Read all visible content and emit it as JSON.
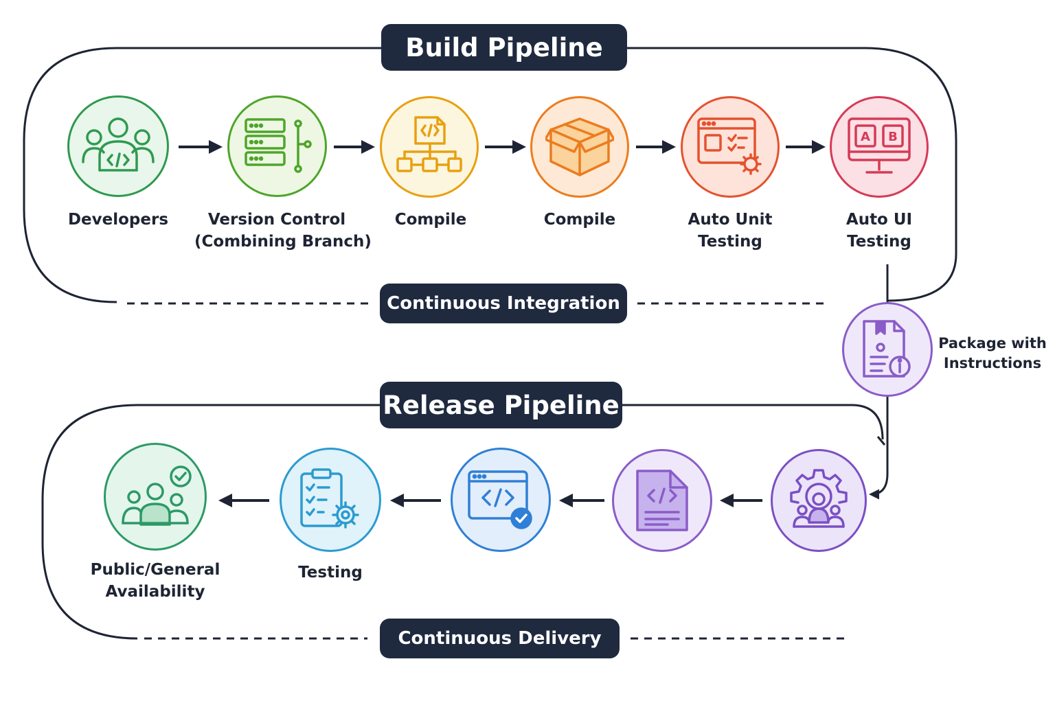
{
  "build": {
    "title": "Build Pipeline",
    "footer": "Continuous Integration",
    "nodes": [
      {
        "label_lines": [
          "Developers"
        ],
        "icon": "developers-icon",
        "color": "#2e9a4e",
        "fill": "#e9f6ec"
      },
      {
        "label_lines": [
          "Version Control",
          "(Combining Branch)"
        ],
        "icon": "version-control-icon",
        "color": "#4ea52a",
        "fill": "#eef7e4"
      },
      {
        "label_lines": [
          "Compile"
        ],
        "icon": "compile-code-icon",
        "color": "#e8a010",
        "fill": "#fdf6de"
      },
      {
        "label_lines": [
          "Compile"
        ],
        "icon": "package-box-icon",
        "color": "#ec7c1e",
        "fill": "#fde9d6"
      },
      {
        "label_lines": [
          "Auto Unit",
          "Testing"
        ],
        "icon": "unit-testing-icon",
        "color": "#e5512f",
        "fill": "#fde3da"
      },
      {
        "label_lines": [
          "Auto UI",
          "Testing"
        ],
        "icon": "ab-testing-icon",
        "color": "#d63a56",
        "fill": "#fbe0e5"
      }
    ]
  },
  "package": {
    "label_lines": [
      "Package with",
      "Instructions"
    ],
    "icon": "package-document-icon",
    "color": "#8a5cc8",
    "fill": "#efe8fa"
  },
  "release": {
    "title": "Release Pipeline",
    "footer": "Continuous Delivery",
    "nodes": [
      {
        "label_lines": [],
        "icon": "deploy-team-gear-icon",
        "color": "#7a4fc4",
        "fill": "#ece4f8"
      },
      {
        "label_lines": [],
        "icon": "code-document-icon",
        "color": "#8a5cc8",
        "fill": "#efe8fa"
      },
      {
        "label_lines": [],
        "icon": "code-window-check-icon",
        "color": "#2f7fd6",
        "fill": "#e2eefb"
      },
      {
        "label_lines": [
          "Testing"
        ],
        "icon": "checklist-gear-icon",
        "color": "#2b9bd0",
        "fill": "#e0f2fa"
      },
      {
        "label_lines": [
          "Public/General",
          "Availability"
        ],
        "icon": "users-check-icon",
        "color": "#2c9a66",
        "fill": "#e4f5ec"
      }
    ]
  },
  "colors": {
    "dark": "#1f2a3f",
    "line": "#1e2433"
  }
}
